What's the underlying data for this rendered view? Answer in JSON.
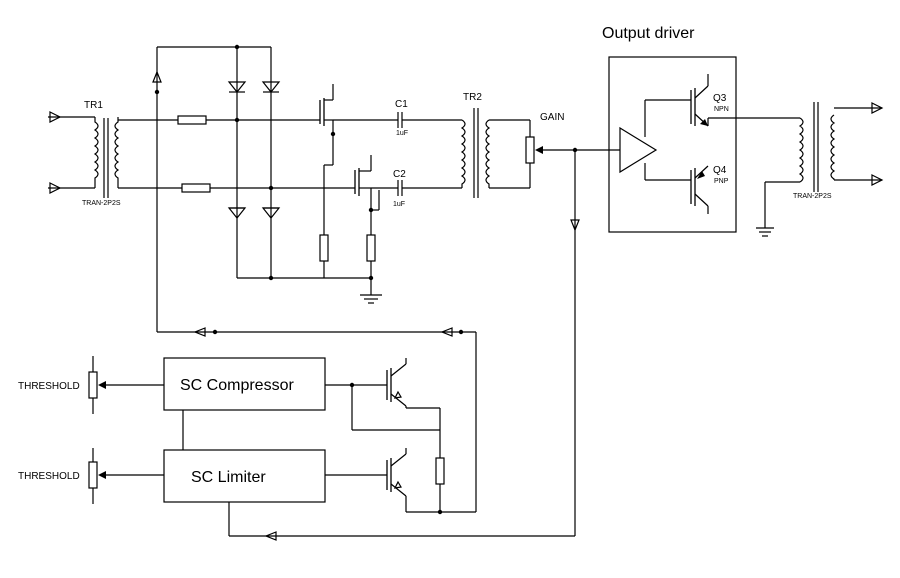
{
  "title": "Output driver",
  "transformers": {
    "tr1": {
      "ref": "TR1",
      "part": "TRAN-2P2S"
    },
    "tr2": {
      "ref": "TR2"
    },
    "out": {
      "part": "TRAN-2P2S"
    }
  },
  "capacitors": {
    "c1": {
      "ref": "C1",
      "value": "1uF"
    },
    "c2": {
      "ref": "C2",
      "value": "1uF"
    }
  },
  "gain_label": "GAIN",
  "transistors": {
    "q3": {
      "ref": "Q3",
      "type": "NPN"
    },
    "q4": {
      "ref": "Q4",
      "type": "PNP"
    }
  },
  "blocks": {
    "compressor": "SC Compressor",
    "limiter": "SC Limiter"
  },
  "threshold_labels": [
    "THRESHOLD",
    "THRESHOLD"
  ]
}
